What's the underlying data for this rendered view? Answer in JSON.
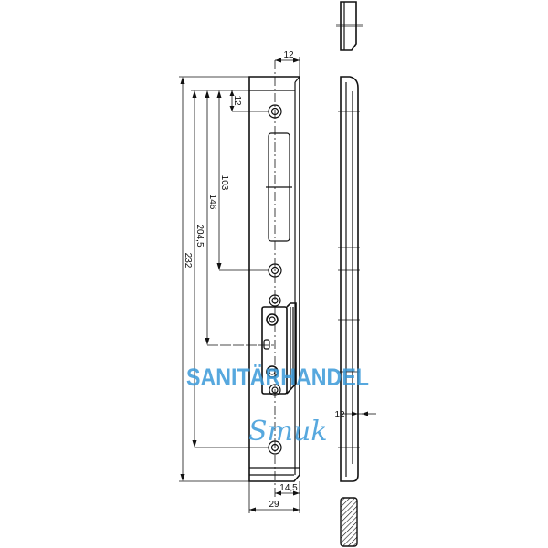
{
  "drawing": {
    "dimensions": {
      "top_width": "12",
      "top_offset": "12",
      "d103": "103",
      "d146": "146",
      "d204": "204,5",
      "d232": "232",
      "bottom_offset": "14,5",
      "total_width": "29",
      "side_depth": "12"
    }
  },
  "watermark": {
    "line1": "SANITÄRHANDEL",
    "line2": "Smuk",
    "color": "#3a9ad9"
  }
}
